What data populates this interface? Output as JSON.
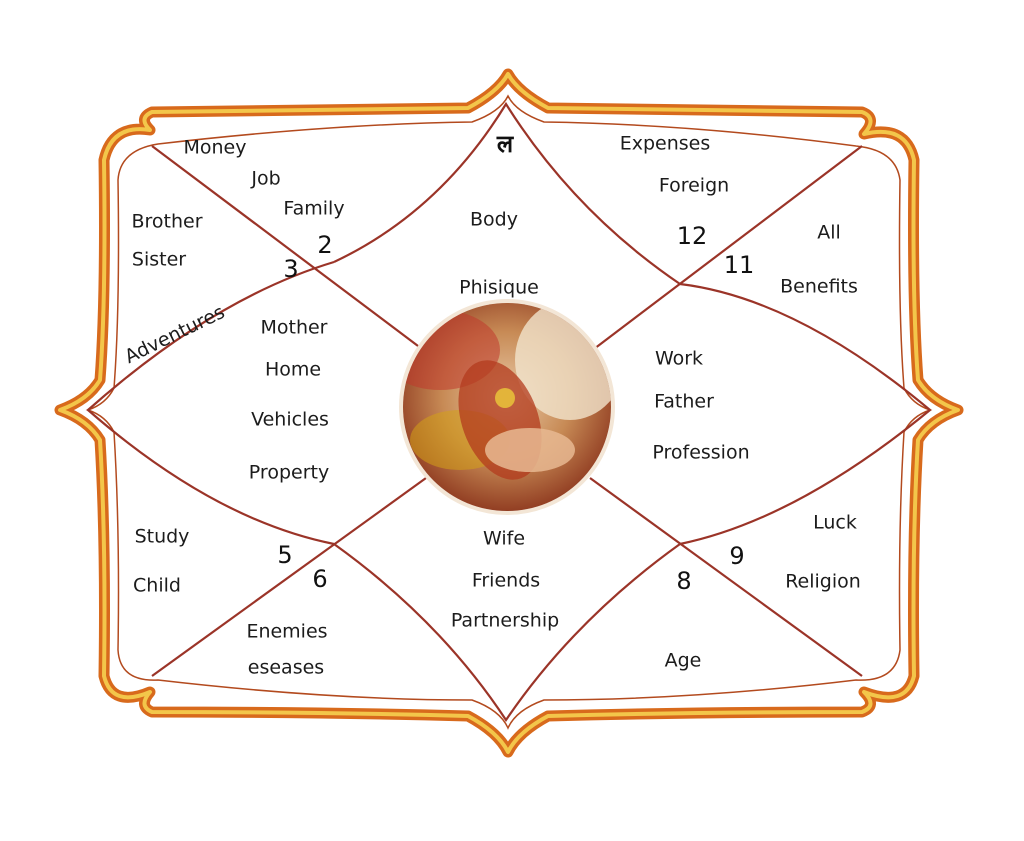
{
  "colors": {
    "frame_outer": "#d86a1c",
    "frame_inner": "#f0c23a",
    "frame_fill": "#f7a640",
    "lines": "#9b3428",
    "center_disc": "#c9a27a"
  },
  "center_image": {
    "icon": "wedding-hands-henna-photo"
  },
  "houses": {
    "h1": {
      "glyph": "ल",
      "labels": [
        "Body",
        "Phisique"
      ]
    },
    "h2": {
      "number": "2",
      "labels": [
        "Money",
        "Job",
        "Family"
      ]
    },
    "h3": {
      "number": "3",
      "labels": [
        "Brother",
        "Sister",
        "Adventures"
      ]
    },
    "h4": {
      "labels": [
        "Mother",
        "Home",
        "Vehicles",
        "Property"
      ]
    },
    "h5": {
      "number": "5",
      "labels": [
        "Study",
        "Child"
      ]
    },
    "h6": {
      "number": "6",
      "labels": [
        "Enemies",
        "eseases"
      ]
    },
    "h7": {
      "labels": [
        "Wife",
        "Friends",
        "Partnership"
      ]
    },
    "h8": {
      "number": "8",
      "labels": [
        "Age"
      ]
    },
    "h9": {
      "number": "9",
      "labels": [
        "Luck",
        "Religion"
      ]
    },
    "h10": {
      "labels": [
        "Work",
        "Father",
        "Profession"
      ]
    },
    "h11": {
      "number": "11",
      "labels": [
        "All",
        "Benefits"
      ]
    },
    "h12": {
      "number": "12",
      "labels": [
        "Expenses",
        "Foreign"
      ]
    }
  }
}
